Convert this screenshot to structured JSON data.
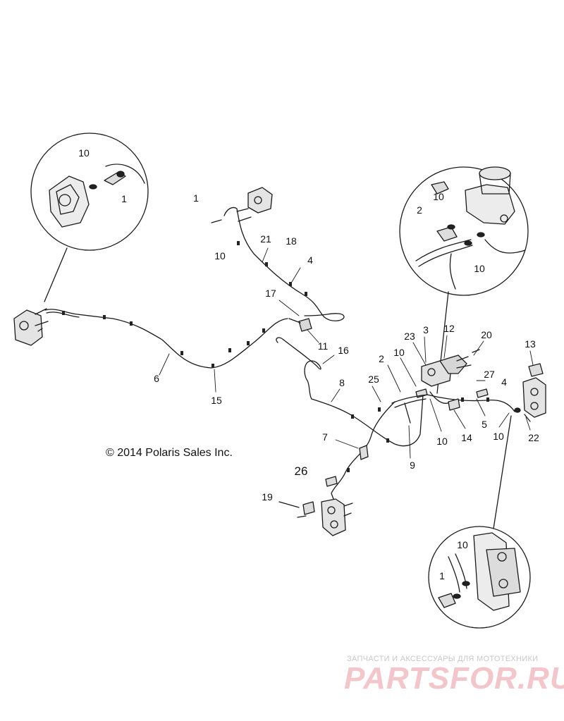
{
  "copyright": "© 2014 Polaris Sales Inc.",
  "watermark": {
    "tagline": "ЗАПЧАСТИ И АКСЕССУАРЫ ДЛЯ МОТОТЕХНИКИ",
    "brand": "PARTSFOR.RU"
  },
  "colors": {
    "line": "#1a1a1a",
    "watermark": "#e8a0a6"
  },
  "callouts": {
    "tl_10": "10",
    "tl_1": "1",
    "a_1": "1",
    "a_10": "10",
    "a_21": "21",
    "a_18": "18",
    "a_4": "4",
    "a_17": "17",
    "a_11": "11",
    "b_6": "6",
    "b_15": "15",
    "b_16": "16",
    "b_8": "8",
    "b_25": "25",
    "b_2": "2",
    "b_10": "10",
    "b_23": "23",
    "b_3": "3",
    "b_12": "12",
    "b_20": "20",
    "b_27": "27",
    "b_4": "4",
    "b_13": "13",
    "b_7": "7",
    "b_9": "9",
    "b_10b": "10",
    "b_14": "14",
    "b_5": "5",
    "b_10c": "10",
    "b_22": "22",
    "b_26": "26",
    "b_19": "19",
    "tr_10": "10",
    "tr_2": "2",
    "tr_10b": "10",
    "br_10": "10",
    "br_1": "1"
  }
}
